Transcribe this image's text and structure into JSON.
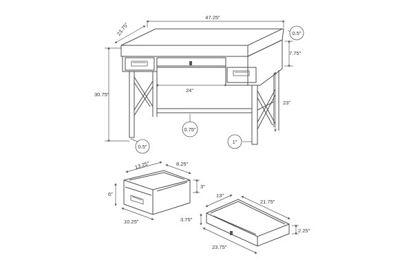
{
  "desk": {
    "width": "47.25″",
    "depth": "23.75″",
    "height": "30.75″",
    "top_thickness": "0.5″",
    "drawer_front_height": "7.75″",
    "knee_width": "24″",
    "knee_height": "23″",
    "stretcher": "0.75″",
    "leg_thickness": "1″",
    "leg_offset": "0.5″"
  },
  "small_drawer": {
    "length": "13.25″",
    "inner_width": "8.25″",
    "inner_height": "3″",
    "front_height": "6″",
    "front_width": "10.25″"
  },
  "large_drawer": {
    "inner_depth": "13″",
    "inner_width": "21.75″",
    "front_height": "3.75″",
    "side_height": "2.25″",
    "front_width": "23.75″"
  }
}
